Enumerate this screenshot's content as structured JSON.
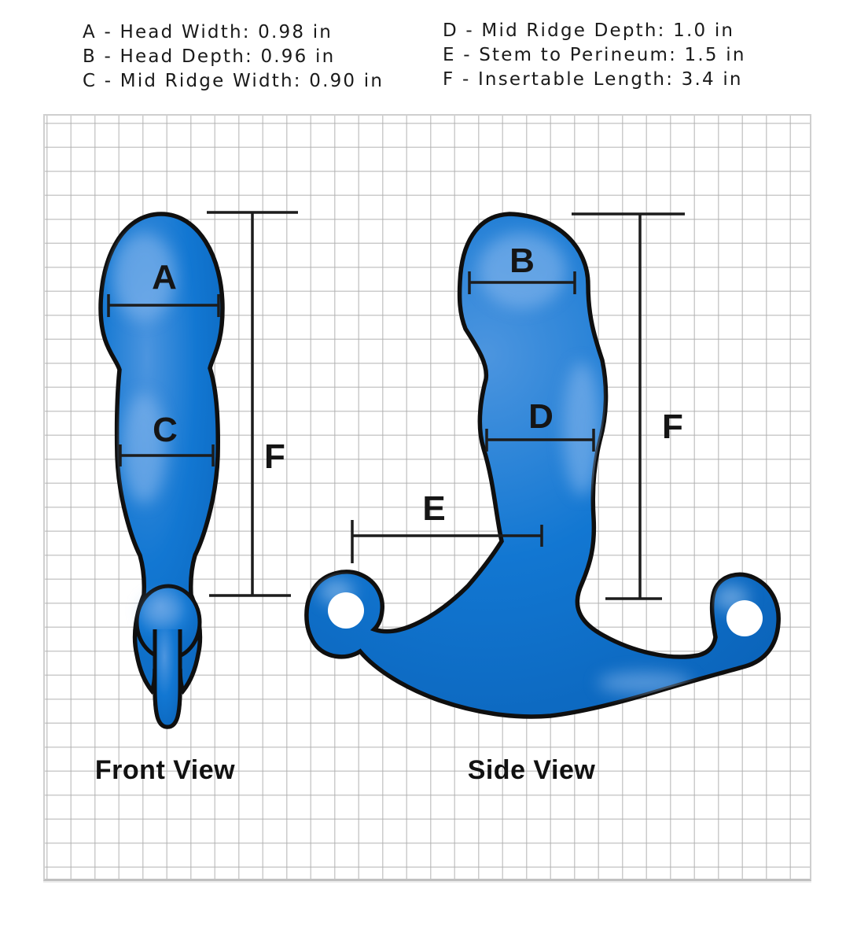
{
  "legend": {
    "items": [
      {
        "letter": "A",
        "name": "Head Width",
        "value": "0.98 in",
        "text": "A - Head Width: 0.98 in",
        "column": "left"
      },
      {
        "letter": "B",
        "name": "Head Depth",
        "value": "0.96 in",
        "text": "B - Head Depth: 0.96 in",
        "column": "left"
      },
      {
        "letter": "C",
        "name": "Mid Ridge Width",
        "value": "0.90 in",
        "text": "C - Mid Ridge Width: 0.90 in",
        "column": "left"
      },
      {
        "letter": "D",
        "name": "Mid Ridge Depth",
        "value": "1.0 in",
        "text": "D - Mid Ridge Depth: 1.0 in",
        "column": "right"
      },
      {
        "letter": "E",
        "name": "Stem to Perineum",
        "value": "1.5 in",
        "text": "E - Stem to Perineum: 1.5 in",
        "column": "right"
      },
      {
        "letter": "F",
        "name": "Insertable Length",
        "value": "3.4 in",
        "text": "F - Insertable Length: 3.4 in",
        "column": "right"
      }
    ]
  },
  "diagram": {
    "front_view": {
      "title": "Front View",
      "letters": {
        "a": "A",
        "c": "C",
        "f": "F"
      }
    },
    "side_view": {
      "title": "Side View",
      "letters": {
        "b": "B",
        "d": "D",
        "e": "E",
        "f": "F"
      }
    }
  },
  "colors": {
    "body_blue": "#0D70CC",
    "body_highlight": "#5C9FE4",
    "body_edge": "#0A62B8",
    "outline": "#0f0f0f",
    "dimension_line": "#1c1c1c",
    "grid_line": "#b0b0b0",
    "paper": "#ffffff"
  }
}
